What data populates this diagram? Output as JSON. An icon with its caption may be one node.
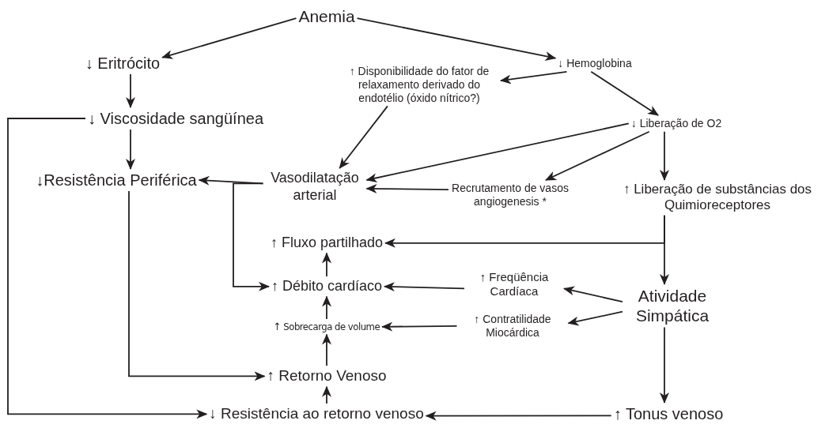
{
  "diagram": {
    "nodes": [
      {
        "text": [
          "Anemia"
        ]
      },
      {
        "text": [
          "↓ Eritrócito"
        ]
      },
      {
        "text": [
          "↓ Hemoglobina"
        ]
      },
      {
        "text": [
          "↑ Disponibilidade do fator de relaxamento derivado do endotélio (óxido nítrico?)"
        ]
      },
      {
        "text": [
          "↓ Viscosidade sangüínea"
        ]
      },
      {
        "text": [
          "↓ Liberação de O2"
        ]
      },
      {
        "text": [
          "↓Resistência Periférica"
        ]
      },
      {
        "text": [
          "Vasodilatação arterial"
        ]
      },
      {
        "text": [
          "Recrutamento de vasos angiogenesis *"
        ]
      },
      {
        "text": [
          "↑ Liberação de substâncias dos Quimioreceptores"
        ]
      },
      {
        "text": [
          "↑ Fluxo partilhado"
        ]
      },
      {
        "text": [
          "↑ Débito cardíaco"
        ]
      },
      {
        "text": [
          "↑ Freqüência Cardíaca"
        ]
      },
      {
        "text": [
          "Atividade Simpática"
        ]
      },
      {
        "text": [
          "↑ Contratilidade Miocárdica"
        ]
      },
      {
        "text": [
          "↑ Sobrecarga de volume"
        ]
      },
      {
        "text": [
          "↑ Retorno Venoso"
        ]
      },
      {
        "text": [
          "↑ Tonus venoso"
        ]
      },
      {
        "text": [
          "↓ Resistência ao retorno venoso"
        ]
      }
    ],
    "edges": [
      {
        "from": 0,
        "to": 1,
        "arrow": "to"
      },
      {
        "from": 0,
        "to": 2,
        "arrow": "to"
      },
      {
        "from": 1,
        "to": 4,
        "arrow": "to"
      },
      {
        "from": 4,
        "to": 6,
        "arrow": "to"
      },
      {
        "from": 2,
        "to": 3,
        "arrow": "to"
      },
      {
        "from": 2,
        "to": 5,
        "arrow": "to"
      },
      {
        "from": 3,
        "to": 7,
        "arrow": "to"
      },
      {
        "from": 5,
        "to": 7,
        "arrow": "to"
      },
      {
        "from": 5,
        "to": 8,
        "arrow": "to"
      },
      {
        "from": 5,
        "to": 9,
        "arrow": "to"
      },
      {
        "from": 8,
        "to": 7,
        "arrow": "to"
      },
      {
        "from": 7,
        "to": 6,
        "arrow": "to"
      },
      {
        "from": 7,
        "to": 11,
        "arrow": "to"
      },
      {
        "from": 9,
        "to": 13,
        "arrow": "to"
      },
      {
        "from": 9,
        "to": 10,
        "arrow": "to"
      },
      {
        "from": 13,
        "to": 12,
        "arrow": "to"
      },
      {
        "from": 13,
        "to": 14,
        "arrow": "to"
      },
      {
        "from": 13,
        "to": 17,
        "arrow": "to"
      },
      {
        "from": 12,
        "to": 11,
        "arrow": "to"
      },
      {
        "from": 14,
        "to": 15,
        "arrow": "to"
      },
      {
        "from": 11,
        "to": 10,
        "arrow": "to"
      },
      {
        "from": 15,
        "to": 11,
        "arrow": "to"
      },
      {
        "from": 16,
        "to": 15,
        "arrow": "to"
      },
      {
        "from": 18,
        "to": 16,
        "arrow": "to"
      },
      {
        "from": 17,
        "to": 18,
        "arrow": "to"
      },
      {
        "from": 6,
        "to": 16,
        "arrow": "to"
      },
      {
        "from": 4,
        "to": 18,
        "arrow": "to"
      }
    ]
  }
}
